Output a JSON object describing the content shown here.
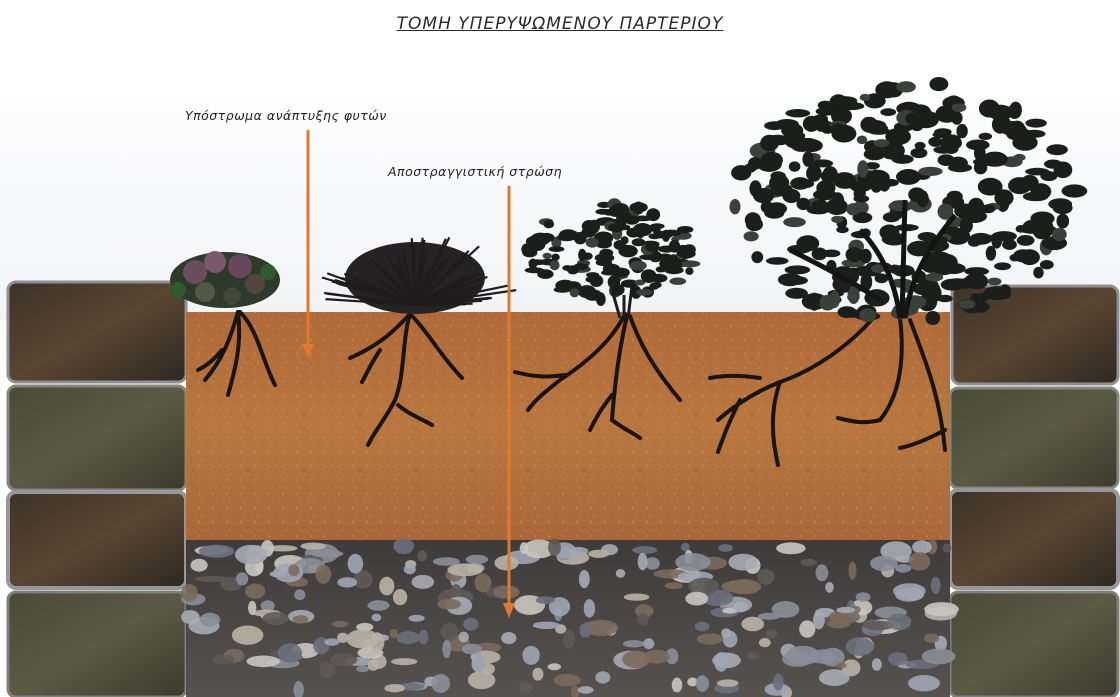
{
  "diagram": {
    "title": "ΤΟΜΗ ΥΠΕΡΥΨΩΜΕΝΟΥ ΠΑΡΤΕΡΙΟΥ",
    "labels": {
      "substrate": "Υπόστρωμα ανάπτυξης φυτών",
      "drainage": "Αποστραγγιστική στρώση"
    },
    "layers": [
      "soil",
      "gravel",
      "stone-walls"
    ],
    "colors": {
      "soil": "#b5713f",
      "gravel": "#4b4a4c",
      "stone": "#4a4538",
      "arrow": "#e0782e",
      "foliage": "#1b1e1b",
      "roots": "#1a1410"
    }
  }
}
